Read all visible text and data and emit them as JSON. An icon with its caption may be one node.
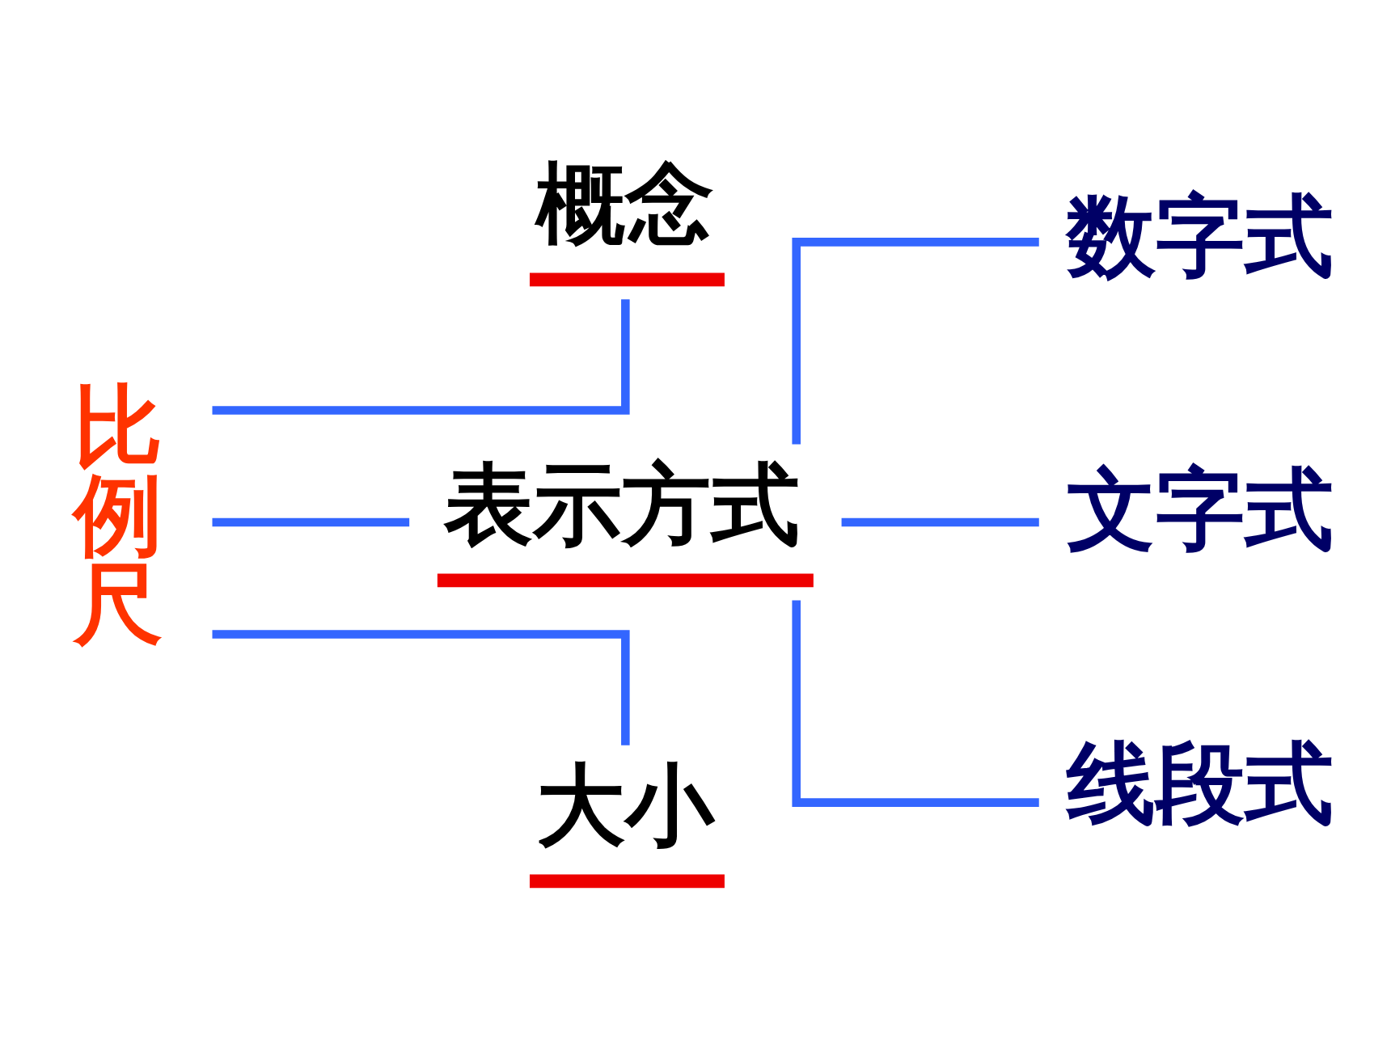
{
  "diagram": {
    "nodes": [
      {
        "text": [
          "比例尺"
        ]
      },
      {
        "text": [
          "概念"
        ]
      },
      {
        "text": [
          "表示方式"
        ]
      },
      {
        "text": [
          "大小"
        ]
      },
      {
        "text": [
          "数字式"
        ]
      },
      {
        "text": [
          "文字式"
        ]
      },
      {
        "text": [
          "线段式"
        ]
      }
    ],
    "edges": [
      {
        "from": 0,
        "to": 1,
        "arrow": "none"
      },
      {
        "from": 0,
        "to": 2,
        "arrow": "none"
      },
      {
        "from": 0,
        "to": 3,
        "arrow": "none"
      },
      {
        "from": 2,
        "to": 4,
        "arrow": "none"
      },
      {
        "from": 2,
        "to": 5,
        "arrow": "none"
      },
      {
        "from": 2,
        "to": 6,
        "arrow": "none"
      }
    ]
  }
}
